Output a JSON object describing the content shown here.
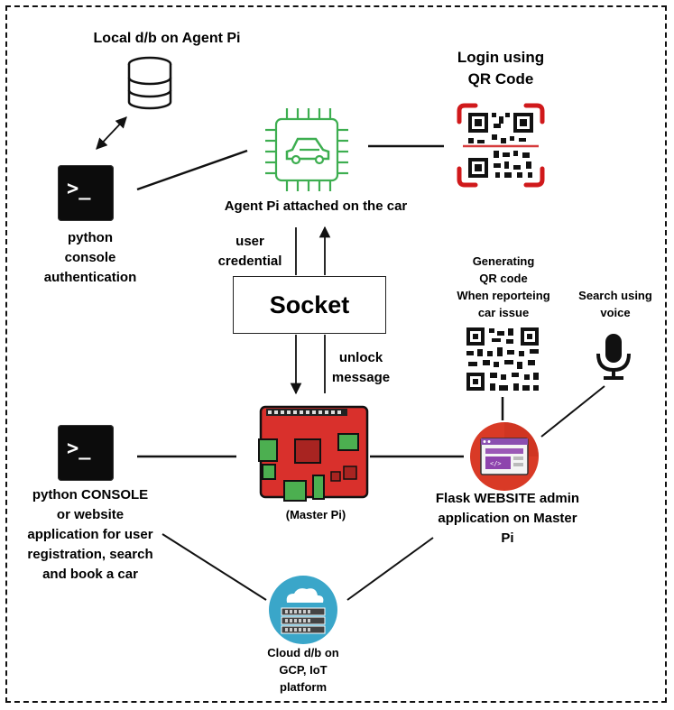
{
  "frame": {
    "style": "dashed-border"
  },
  "local_db": {
    "title": "Local d/b on Agent Pi",
    "icon": "database-icon"
  },
  "agent_console": {
    "line1": "python",
    "line2": "console",
    "line3": "authentication",
    "icon": "terminal-icon",
    "prompt": ">_"
  },
  "agent_pi": {
    "label": "Agent Pi attached on the car",
    "icon": "car-chip-icon",
    "color": "#3dae50"
  },
  "qr_login": {
    "line1": "Login using",
    "line2": "QR Code",
    "icon": "qr-scan-icon",
    "accent": "#d0191b"
  },
  "socket": {
    "label": "Socket"
  },
  "arrow_labels": {
    "user": "user",
    "credential": "credential",
    "unlock": "unlock",
    "message": "message"
  },
  "qr_generate": {
    "line1": "Generating",
    "line2": "QR code",
    "line3": "When reporteing",
    "line4": "car issue",
    "icon": "qr-code-icon"
  },
  "voice": {
    "line1": "Search using",
    "line2": "voice",
    "icon": "microphone-icon"
  },
  "master_pi": {
    "label": "(Master Pi)",
    "icon": "raspberry-pi-board-icon",
    "color": "#d9302c"
  },
  "user_console": {
    "line1": "python CONSOLE",
    "line2": "or website",
    "line3": "application for user",
    "line4": "registration, search",
    "line5": "and book a car",
    "icon": "terminal-icon",
    "prompt": ">_"
  },
  "flask": {
    "line1": "Flask WEBSITE admin",
    "line2": "application on Master",
    "line3": "Pi",
    "icon": "website-icon",
    "color": "#d93a26"
  },
  "cloud": {
    "line1": "Cloud d/b on",
    "line2": "GCP, IoT",
    "line3": "platform",
    "icon": "cloud-server-icon",
    "color": "#3aa6c9"
  }
}
